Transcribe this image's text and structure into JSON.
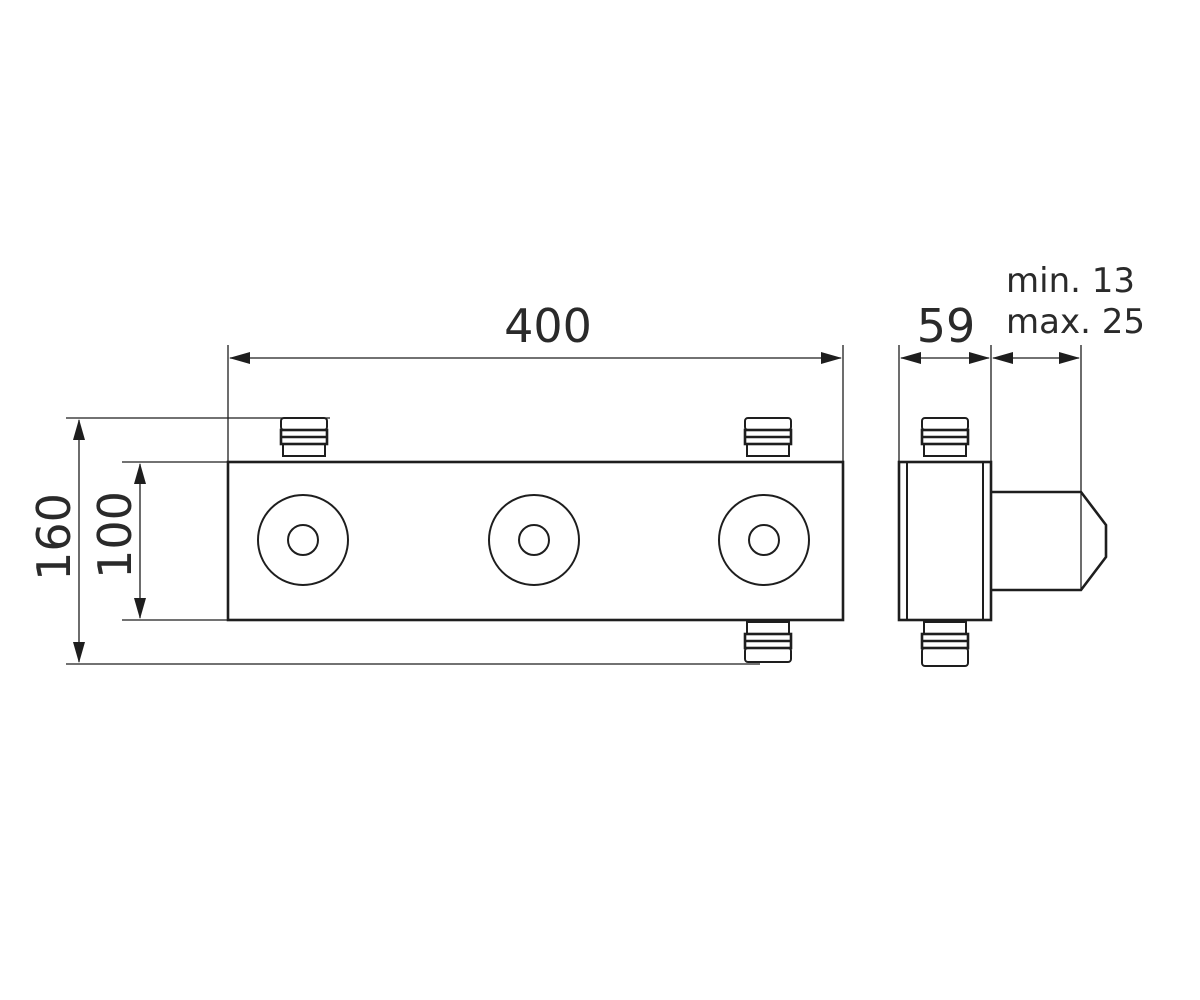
{
  "dimensions": {
    "length": "400",
    "overall_height": "160",
    "body_height": "100",
    "depth": "59",
    "adjust_min": "min. 13",
    "adjust_max": "max. 25"
  },
  "colors": {
    "line": "#1e1e1e",
    "text": "#2a2a2a",
    "background": "#ffffff"
  }
}
